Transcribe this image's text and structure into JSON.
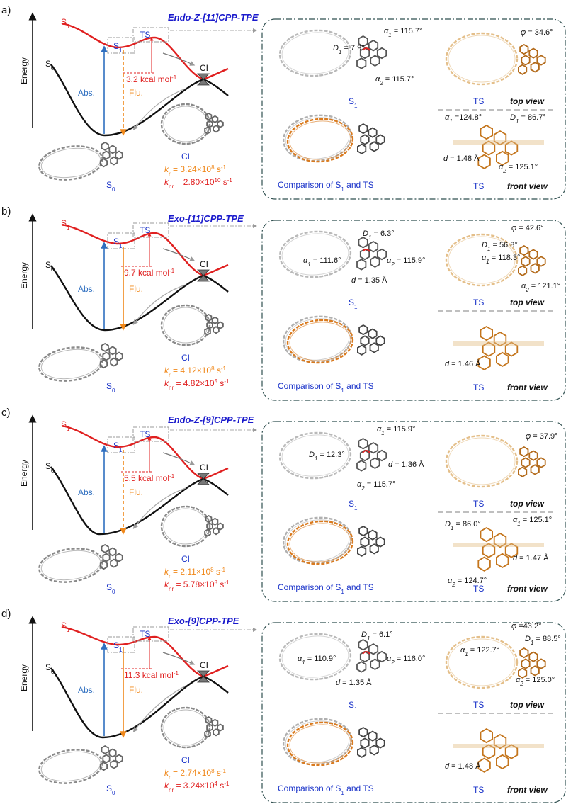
{
  "colors": {
    "s1_curve": "#e02020",
    "s0_curve": "#111111",
    "abs_arrow": "#2f6fc0",
    "flu_arrow": "#f0881a",
    "label_blue": "#1a33c9",
    "ring_grey": "#8a8a8a",
    "ring_orange": "#d97a1e",
    "ring_tan": "#e4bf8a",
    "box_border": "#2f4f4f"
  },
  "common": {
    "energy": "Energy",
    "s1_sym": "S",
    "sub1": "1",
    "s0_sym": "S",
    "sub0": "0",
    "abs": "Abs.",
    "flu": "Flu.",
    "ci": "CI",
    "ts": "TS",
    "kr_sym": "k",
    "kr_sub": "r",
    "knr_sub": "nr",
    "comparison_a": "Comparison of S",
    "comparison_b": " and TS",
    "top_view": "top view",
    "front_view": "front view"
  },
  "panels": [
    {
      "letter": "a)",
      "title_a": "Endo-Z",
      "title_b": "-[11]CPP-TPE",
      "barrier": "3.2 kcal mol",
      "barrier_exp": "-1",
      "kr_val": " = 3.24×10",
      "kr_exp": "8",
      "kr_unit": " s",
      "knr_val": " = 2.80×10",
      "knr_exp": "10",
      "knr_unit": " s",
      "unit_exp": "-1",
      "s1_geo": [
        "α1 = 115.7°",
        "D1 = 7.9°",
        "α2 = 115.7°"
      ],
      "ts_top_geo": [
        "φ = 34.6°"
      ],
      "ts_front_geo": [
        "α1 =124.8°",
        "D1 = 86.7°",
        "d = 1.48 Å",
        "α2 = 125.1°"
      ]
    },
    {
      "letter": "b)",
      "title_a": "Exo",
      "title_b": "-[11]CPP-TPE",
      "barrier": "9.7 kcal mol",
      "barrier_exp": "-1",
      "kr_val": " = 4.12×10",
      "kr_exp": "8",
      "kr_unit": " s",
      "knr_val": " = 4.82×10",
      "knr_exp": "5",
      "knr_unit": " s",
      "unit_exp": "-1",
      "s1_geo": [
        "D1 = 6.3°",
        "α1 = 111.6°",
        "α2 = 115.9°",
        "d = 1.35 Å"
      ],
      "ts_top_geo": [
        "φ = 42.6°",
        "D1 = 56.8°",
        "α1 = 118.3°",
        "α2 = 121.1°"
      ],
      "ts_front_geo": [
        "d = 1.46 Å"
      ]
    },
    {
      "letter": "c)",
      "title_a": "Endo-Z",
      "title_b": "-[9]CPP-TPE",
      "barrier": "5.5 kcal mol",
      "barrier_exp": "-1",
      "kr_val": " = 2.11×10",
      "kr_exp": "8",
      "kr_unit": " s",
      "knr_val": " = 5.78×10",
      "knr_exp": "8",
      "knr_unit": " s",
      "unit_exp": "-1",
      "s1_geo": [
        "α1 = 115.9°",
        "D1 = 12.3°",
        "d = 1.36 Å",
        "α2 = 115.7°"
      ],
      "ts_top_geo": [
        "φ = 37.9°"
      ],
      "ts_front_geo": [
        "D1 = 86.0°",
        "α1 = 125.1°",
        "d = 1.47 Å",
        "α2 = 124.7°"
      ]
    },
    {
      "letter": "d)",
      "title_a": "Exo",
      "title_b": "-[9]CPP-TPE",
      "barrier": "11.3 kcal mol",
      "barrier_exp": "-1",
      "kr_val": " = 2.74×10",
      "kr_exp": "8",
      "kr_unit": " s",
      "knr_val": " = 3.24×10",
      "knr_exp": "4",
      "knr_unit": " s",
      "unit_exp": "-1",
      "s1_geo": [
        "D1 = 6.1°",
        "α1 = 110.9°",
        "α2 = 116.0°",
        "d = 1.35 Å"
      ],
      "ts_top_geo": [
        "φ =43.2°",
        "D1 = 88.5°",
        "α1 = 122.7°",
        "α2 = 125.0°"
      ],
      "ts_front_geo": [
        "d = 1.48 Å"
      ]
    }
  ]
}
